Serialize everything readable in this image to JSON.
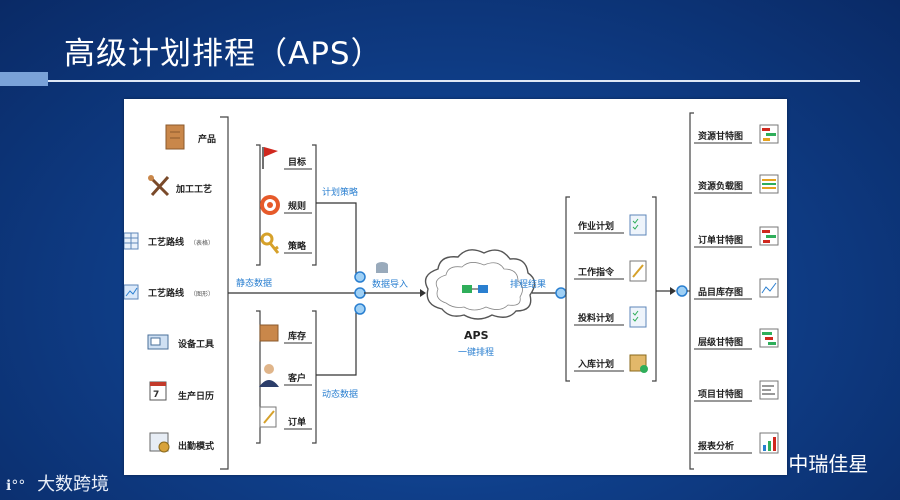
{
  "slide": {
    "title": "高级计划排程（APS）"
  },
  "inputs": [
    {
      "label": "产品",
      "icon": "product-box-icon"
    },
    {
      "label": "加工工艺",
      "icon": "process-tools-icon"
    },
    {
      "label": "工艺路线",
      "sub": "（表格）",
      "icon": "table-icon"
    },
    {
      "label": "工艺路线",
      "sub": "（图形）",
      "icon": "chart-icon"
    },
    {
      "label": "设备工具",
      "icon": "equipment-icon"
    },
    {
      "label": "生产日历",
      "icon": "calendar-icon"
    },
    {
      "label": "出勤模式",
      "icon": "attendance-icon"
    }
  ],
  "strategy": [
    {
      "label": "目标",
      "icon": "flag-icon"
    },
    {
      "label": "规则",
      "icon": "target-icon"
    },
    {
      "label": "策略",
      "icon": "key-icon"
    }
  ],
  "dynamic": [
    {
      "label": "库存",
      "icon": "inventory-box-icon"
    },
    {
      "label": "客户",
      "icon": "customer-icon"
    },
    {
      "label": "订单",
      "icon": "order-icon"
    }
  ],
  "flow_labels": {
    "plan_strategy": "计划策略",
    "static_data": "静态数据",
    "dynamic_data": "动态数据",
    "data_import": "数据导入",
    "result": "排程结果"
  },
  "engine": {
    "name": "APS",
    "caption": "一键排程"
  },
  "plans": [
    {
      "label": "作业计划",
      "icon": "checklist-icon"
    },
    {
      "label": "工作指令",
      "icon": "instruction-icon"
    },
    {
      "label": "投料计划",
      "icon": "material-icon"
    },
    {
      "label": "入库计划",
      "icon": "warehouse-icon"
    }
  ],
  "outputs": [
    {
      "label": "资源甘特图",
      "icon": "gantt-icon"
    },
    {
      "label": "资源负载图",
      "icon": "load-chart-icon"
    },
    {
      "label": "订单甘特图",
      "icon": "gantt-icon"
    },
    {
      "label": "品目库存图",
      "icon": "line-chart-icon"
    },
    {
      "label": "层级甘特图",
      "icon": "gantt-icon"
    },
    {
      "label": "项目甘特图",
      "icon": "gantt-icon"
    },
    {
      "label": "报表分析",
      "icon": "report-icon"
    }
  ],
  "watermarks": {
    "left": "大数跨境",
    "right": "中瑞佳星"
  },
  "colors": {
    "accent": "#2a7fd0",
    "line": "#333333",
    "bg": "#0f3f8a"
  }
}
